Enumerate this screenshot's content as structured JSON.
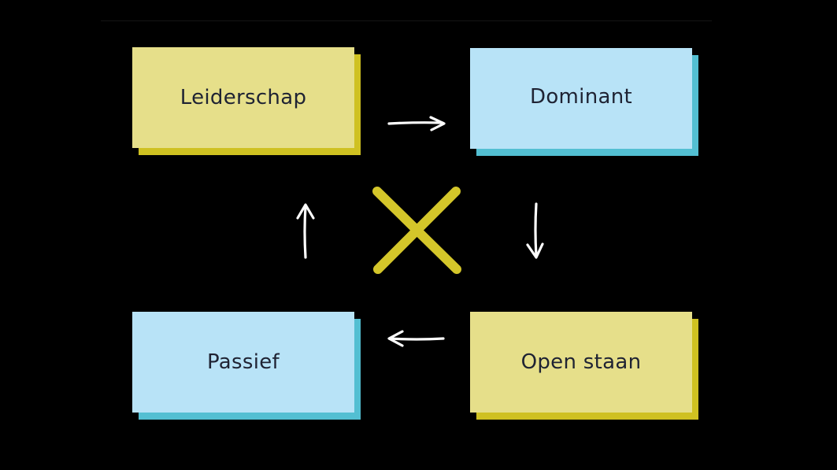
{
  "diagram": {
    "cards": {
      "leiderschap": {
        "label": "Leiderschap",
        "color": "yellow"
      },
      "dominant": {
        "label": "Dominant",
        "color": "blue"
      },
      "passief": {
        "label": "Passief",
        "color": "blue"
      },
      "open_staan": {
        "label": "Open staan",
        "color": "yellow"
      }
    },
    "arrows": [
      {
        "from": "Leiderschap",
        "to": "Dominant",
        "direction": "right"
      },
      {
        "from": "Dominant",
        "to": "Open staan",
        "direction": "down"
      },
      {
        "from": "Open staan",
        "to": "Passief",
        "direction": "left"
      },
      {
        "from": "Passief",
        "to": "Leiderschap",
        "direction": "up"
      }
    ],
    "center_symbol": "cross-icon",
    "colors": {
      "background": "#000000",
      "yellow_face": "#e6df8a",
      "yellow_shadow": "#cfc121",
      "blue_face": "#b8e3f7",
      "blue_shadow": "#53bfd2",
      "cross": "#d4c62a",
      "arrow": "#ffffff",
      "text": "#1f2333"
    }
  }
}
